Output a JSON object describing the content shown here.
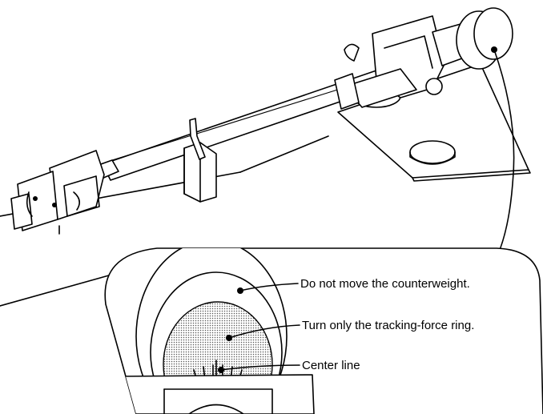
{
  "callouts": [
    {
      "id": "counterweight",
      "text": "Do not move the counterweight."
    },
    {
      "id": "tracking-force-ring",
      "text": "Turn only the tracking-force ring."
    },
    {
      "id": "center-line",
      "text": "Center line"
    }
  ]
}
